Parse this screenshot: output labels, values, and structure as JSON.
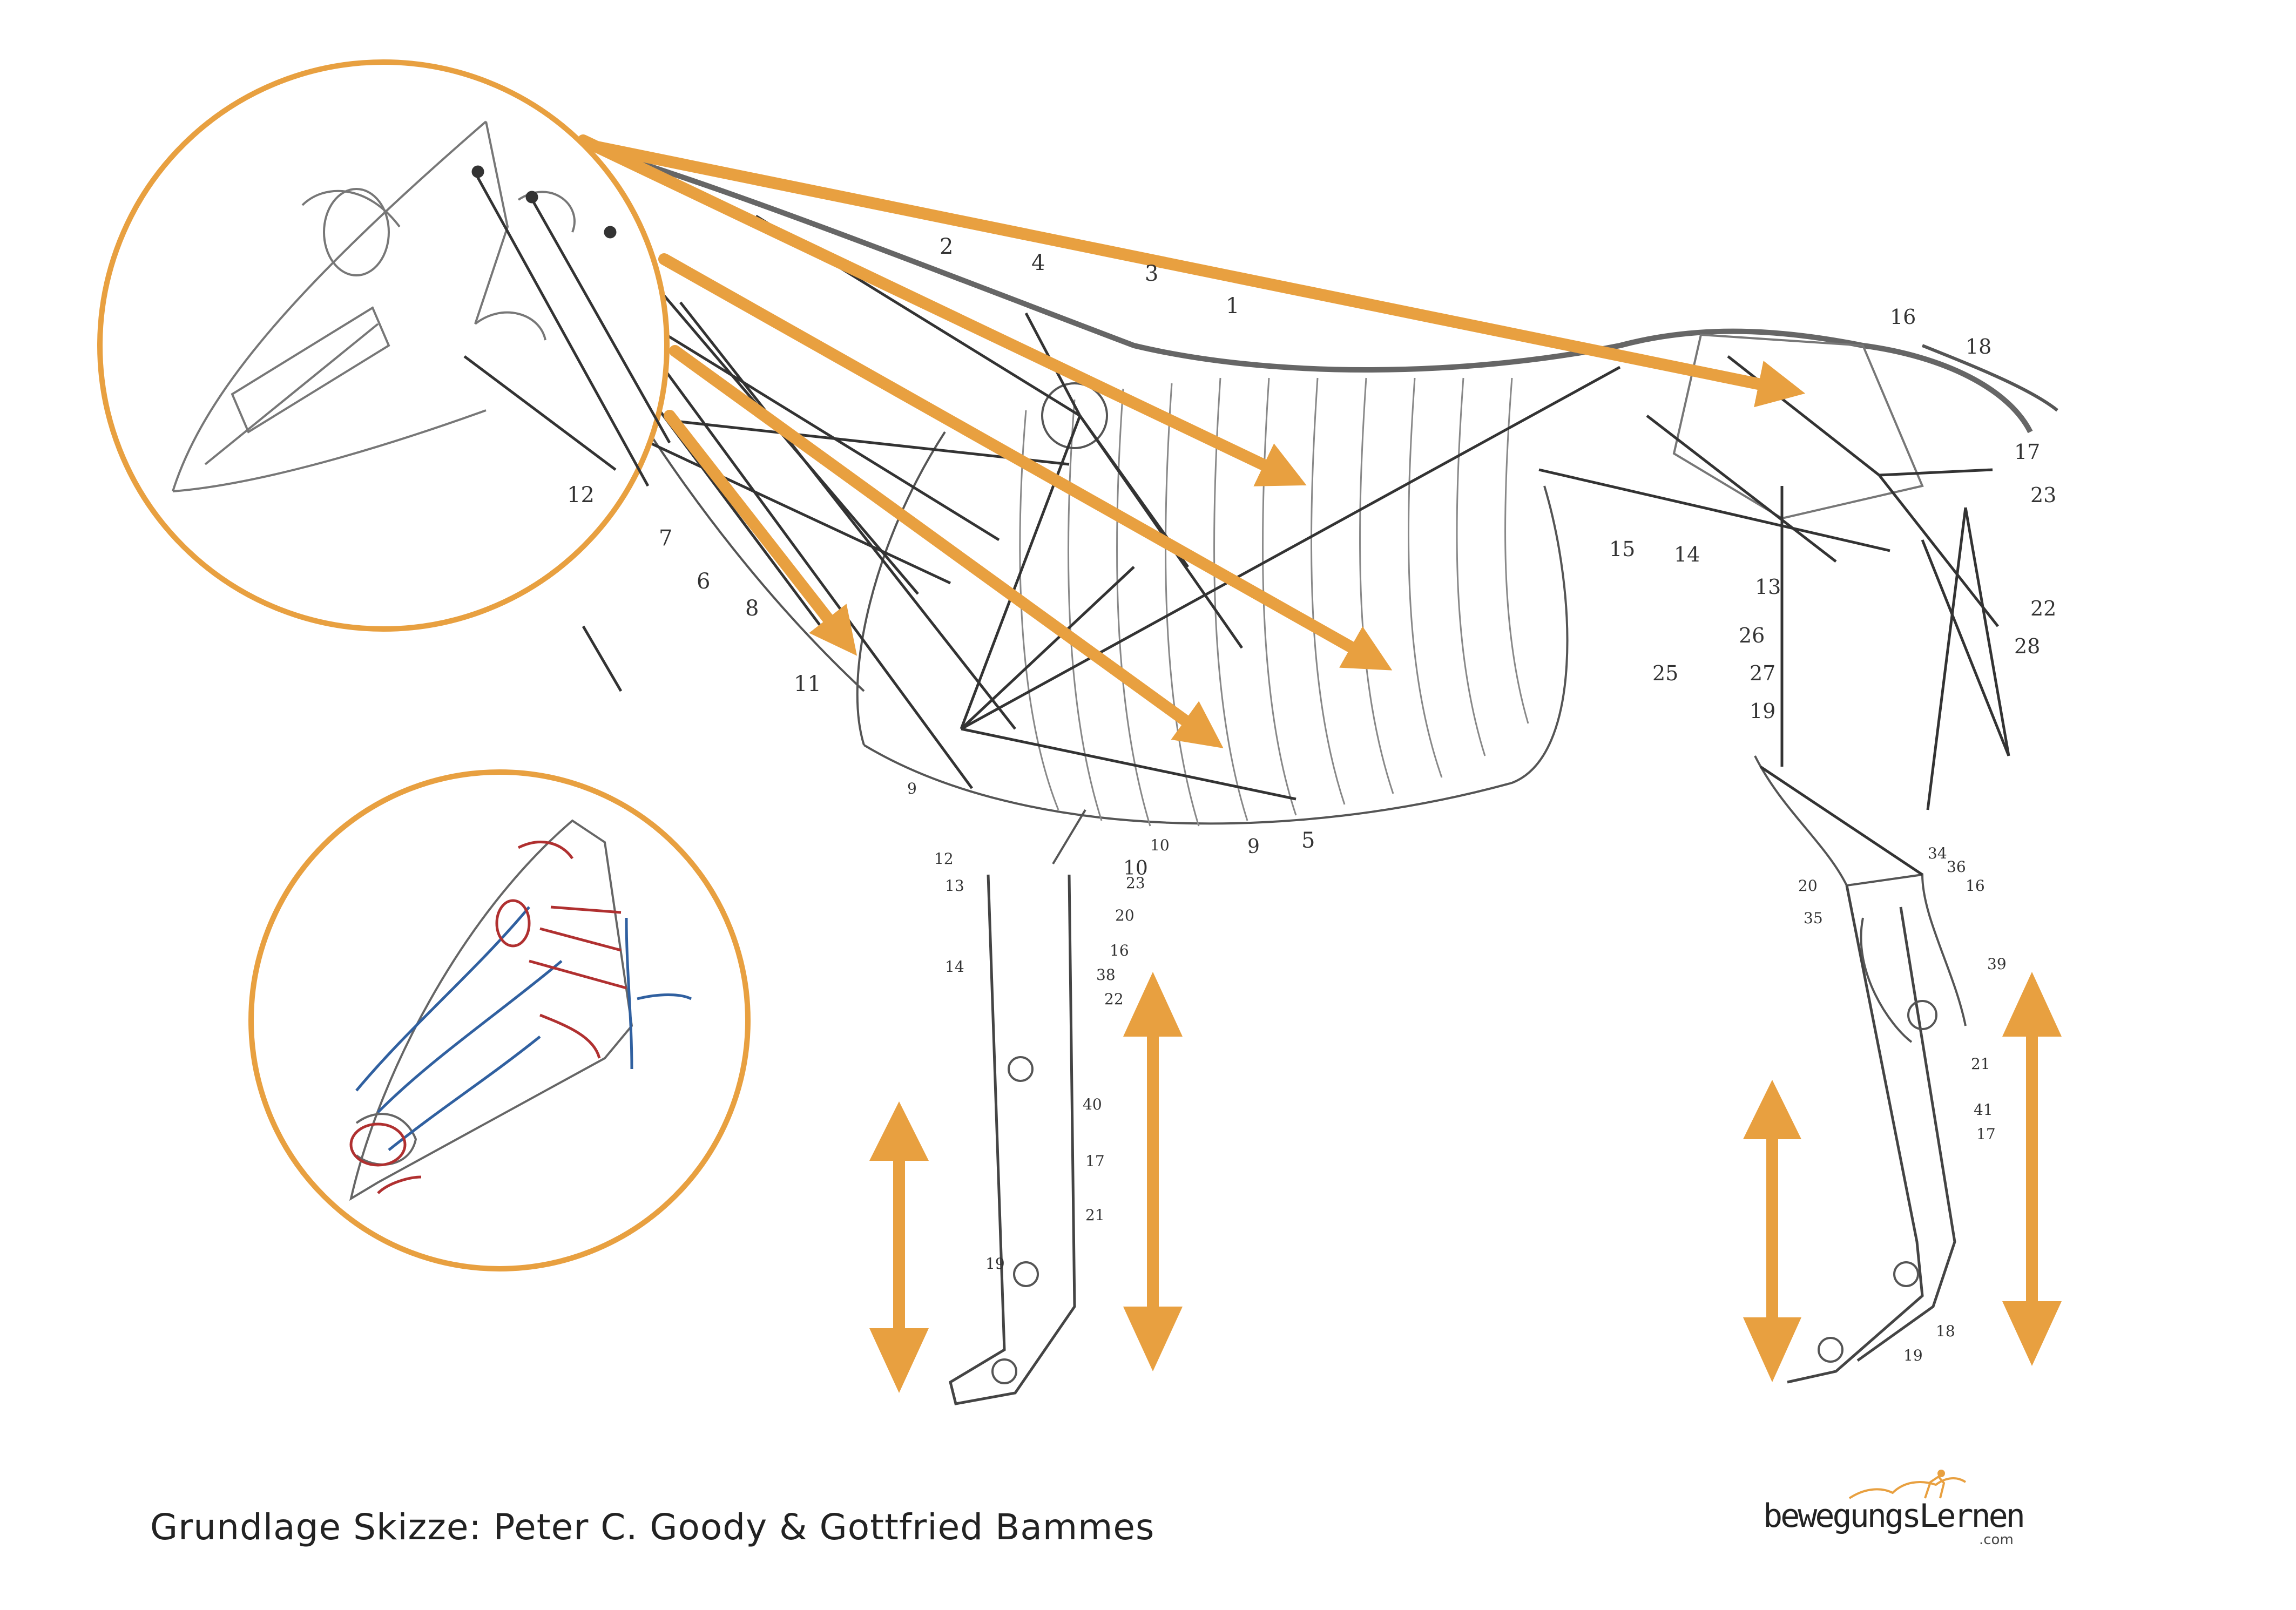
{
  "caption": "Grundlage Skizze: Peter C. Goody & Gottfried Bammes",
  "brand": {
    "name": "bewegungsLernen",
    "suffix": ".com"
  },
  "colors": {
    "accent": "#e8a040",
    "line": "#333333",
    "head_red": "#b03030",
    "head_blue": "#3060a0"
  },
  "labels": {
    "trunk": [
      "1",
      "2",
      "3",
      "4",
      "5",
      "6",
      "7",
      "8",
      "9",
      "10",
      "11",
      "12",
      "13",
      "14",
      "15",
      "16",
      "17",
      "18",
      "22",
      "23",
      "25",
      "26",
      "27",
      "28",
      "19"
    ],
    "foreleg": [
      "12",
      "13",
      "14",
      "23",
      "20",
      "16",
      "38",
      "22",
      "40",
      "17",
      "21",
      "19",
      "9",
      "10"
    ],
    "hindleg": [
      "20",
      "35",
      "34",
      "36",
      "16",
      "39",
      "21",
      "41",
      "17",
      "18",
      "19"
    ]
  }
}
